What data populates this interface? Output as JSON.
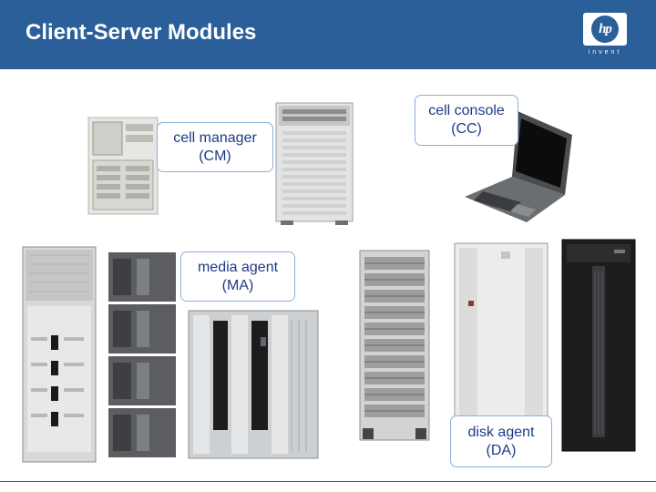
{
  "slide": {
    "title": "Client-Server Modules",
    "logo": {
      "mark": "hp",
      "tagline": "invent"
    }
  },
  "modules": {
    "cell_manager": {
      "line1": "cell manager",
      "line2": "(CM)"
    },
    "cell_console": {
      "line1": "cell console",
      "line2": "(CC)"
    },
    "media_agent": {
      "line1": "media agent",
      "line2": "(MA)"
    },
    "disk_agent": {
      "line1": "disk agent",
      "line2": "(DA)"
    }
  },
  "images": [
    "tower-server",
    "rack-server",
    "laptop",
    "tall-rack-cabinet",
    "tape-library-stack",
    "tape-library",
    "disk-array-rack",
    "storage-cabinet",
    "black-server-rack"
  ]
}
